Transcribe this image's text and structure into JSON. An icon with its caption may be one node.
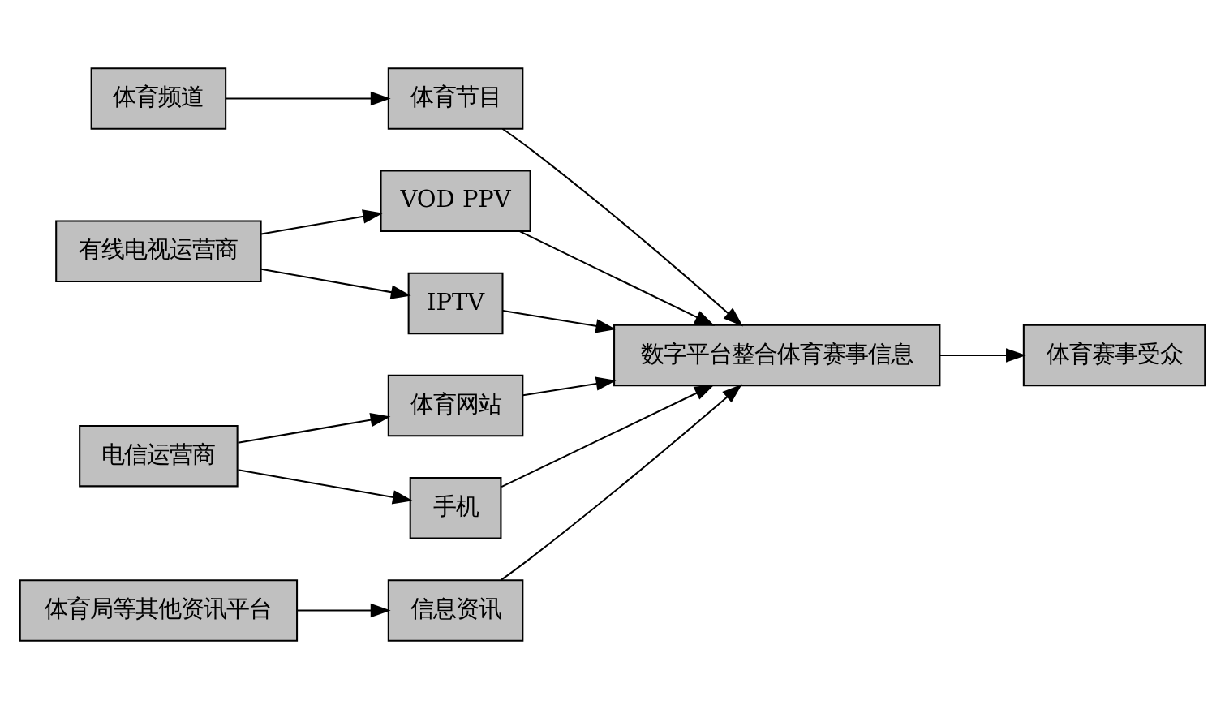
{
  "diagram": {
    "nodes": [
      {
        "text": [
          "体育频道"
        ]
      },
      {
        "text": [
          "有线电视运营商"
        ]
      },
      {
        "text": [
          "电信运营商"
        ]
      },
      {
        "text": [
          "体育局等其他资讯平台"
        ]
      },
      {
        "text": [
          "体育节目"
        ]
      },
      {
        "text": [
          "VOD PPV"
        ]
      },
      {
        "text": [
          "IPTV"
        ]
      },
      {
        "text": [
          "体育网站"
        ]
      },
      {
        "text": [
          "手机"
        ]
      },
      {
        "text": [
          "信息资讯"
        ]
      },
      {
        "text": [
          "数字平台整合体育赛事信息"
        ]
      },
      {
        "text": [
          "体育赛事受众"
        ]
      }
    ],
    "edges": [
      {
        "from": 0,
        "to": 4,
        "arrow": "to"
      },
      {
        "from": 1,
        "to": 5,
        "arrow": "to"
      },
      {
        "from": 1,
        "to": 6,
        "arrow": "to"
      },
      {
        "from": 2,
        "to": 7,
        "arrow": "to"
      },
      {
        "from": 2,
        "to": 8,
        "arrow": "to"
      },
      {
        "from": 3,
        "to": 9,
        "arrow": "to"
      },
      {
        "from": 4,
        "to": 10,
        "arrow": "to"
      },
      {
        "from": 5,
        "to": 10,
        "arrow": "to"
      },
      {
        "from": 6,
        "to": 10,
        "arrow": "to"
      },
      {
        "from": 7,
        "to": 10,
        "arrow": "to"
      },
      {
        "from": 8,
        "to": 10,
        "arrow": "to"
      },
      {
        "from": 9,
        "to": 10,
        "arrow": "to"
      },
      {
        "from": 10,
        "to": 11,
        "arrow": "to"
      }
    ]
  }
}
